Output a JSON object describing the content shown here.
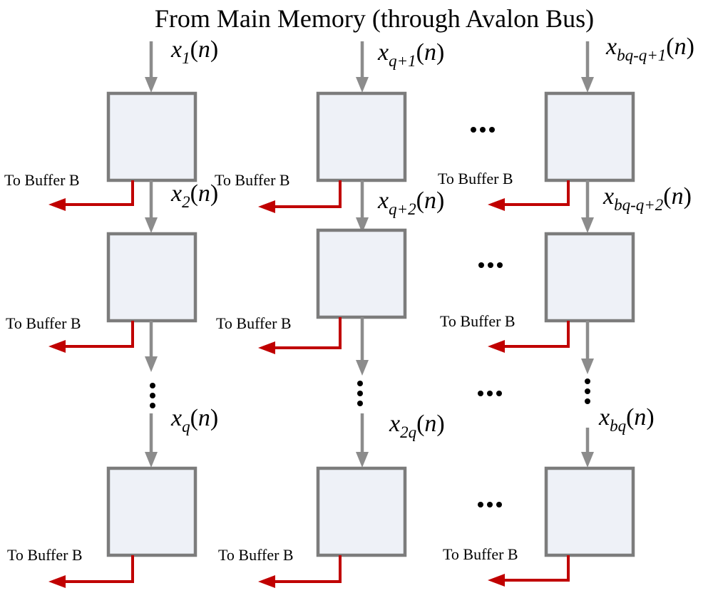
{
  "title": "From Main Memory (through Avalon Bus)",
  "buffer_label": "To Buffer B",
  "ellipsis": "…",
  "signals": {
    "c1r1": {
      "base": "x",
      "sub": "1",
      "arg": "n"
    },
    "c1r2": {
      "base": "x",
      "sub": "2",
      "arg": "n"
    },
    "c1r3": {
      "base": "x",
      "sub": "q",
      "arg": "n"
    },
    "c2r1": {
      "base": "x",
      "sub": "q+1",
      "arg": "n"
    },
    "c2r2": {
      "base": "x",
      "sub": "q+2",
      "arg": "n"
    },
    "c2r3": {
      "base": "x",
      "sub": "2q",
      "arg": "n"
    },
    "c3r1": {
      "base": "x",
      "sub": "bq-q+1",
      "arg": "n"
    },
    "c3r2": {
      "base": "x",
      "sub": "bq-q+2",
      "arg": "n"
    },
    "c3r3": {
      "base": "x",
      "sub": "bq",
      "arg": "n"
    }
  },
  "colors": {
    "box_fill": "#eef1f7",
    "box_stroke": "#7c7c7c",
    "input_arrow": "#8c8c8c",
    "output_arrow": "#c00000"
  }
}
